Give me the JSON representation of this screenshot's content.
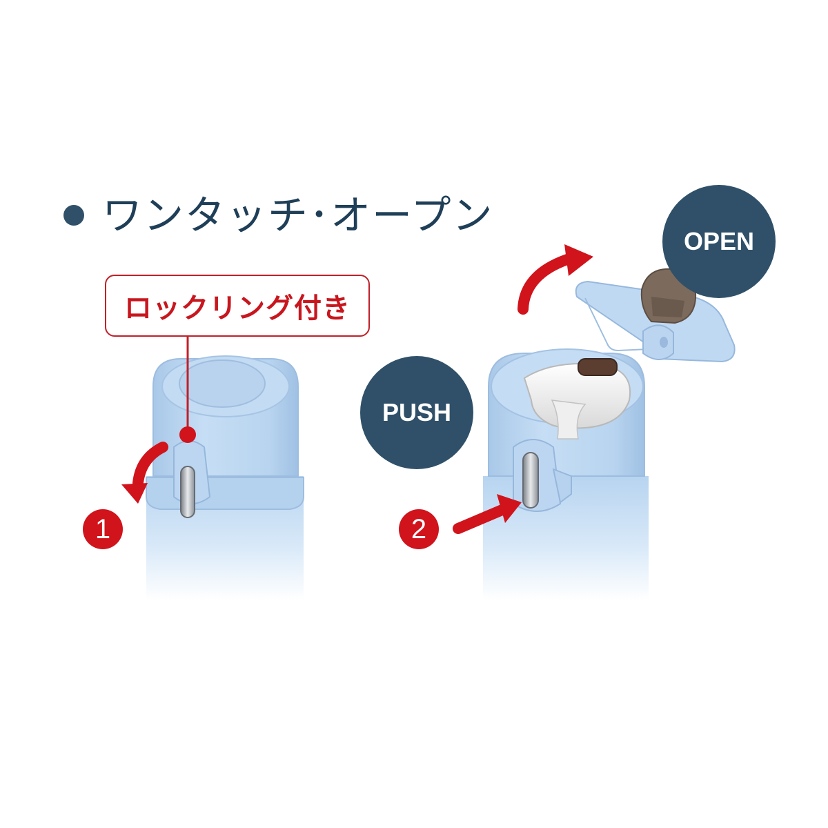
{
  "heading": {
    "text": "ワンタッチ･オープン"
  },
  "callout": {
    "text": "ロックリング付き"
  },
  "badges": {
    "push": "PUSH",
    "open": "OPEN"
  },
  "steps": {
    "one": "1",
    "two": "2"
  },
  "colors": {
    "navy": "#2f5068",
    "heading_text": "#1f3f58",
    "red": "#d1131c",
    "bottle_blue": "#b9d6f1",
    "lid_brown": "#7c6a5c"
  },
  "icons": {
    "heading_bullet": "filled-circle-icon",
    "rotate_arrow": "curved-arrow-icon",
    "push_arrow": "straight-arrow-icon"
  }
}
